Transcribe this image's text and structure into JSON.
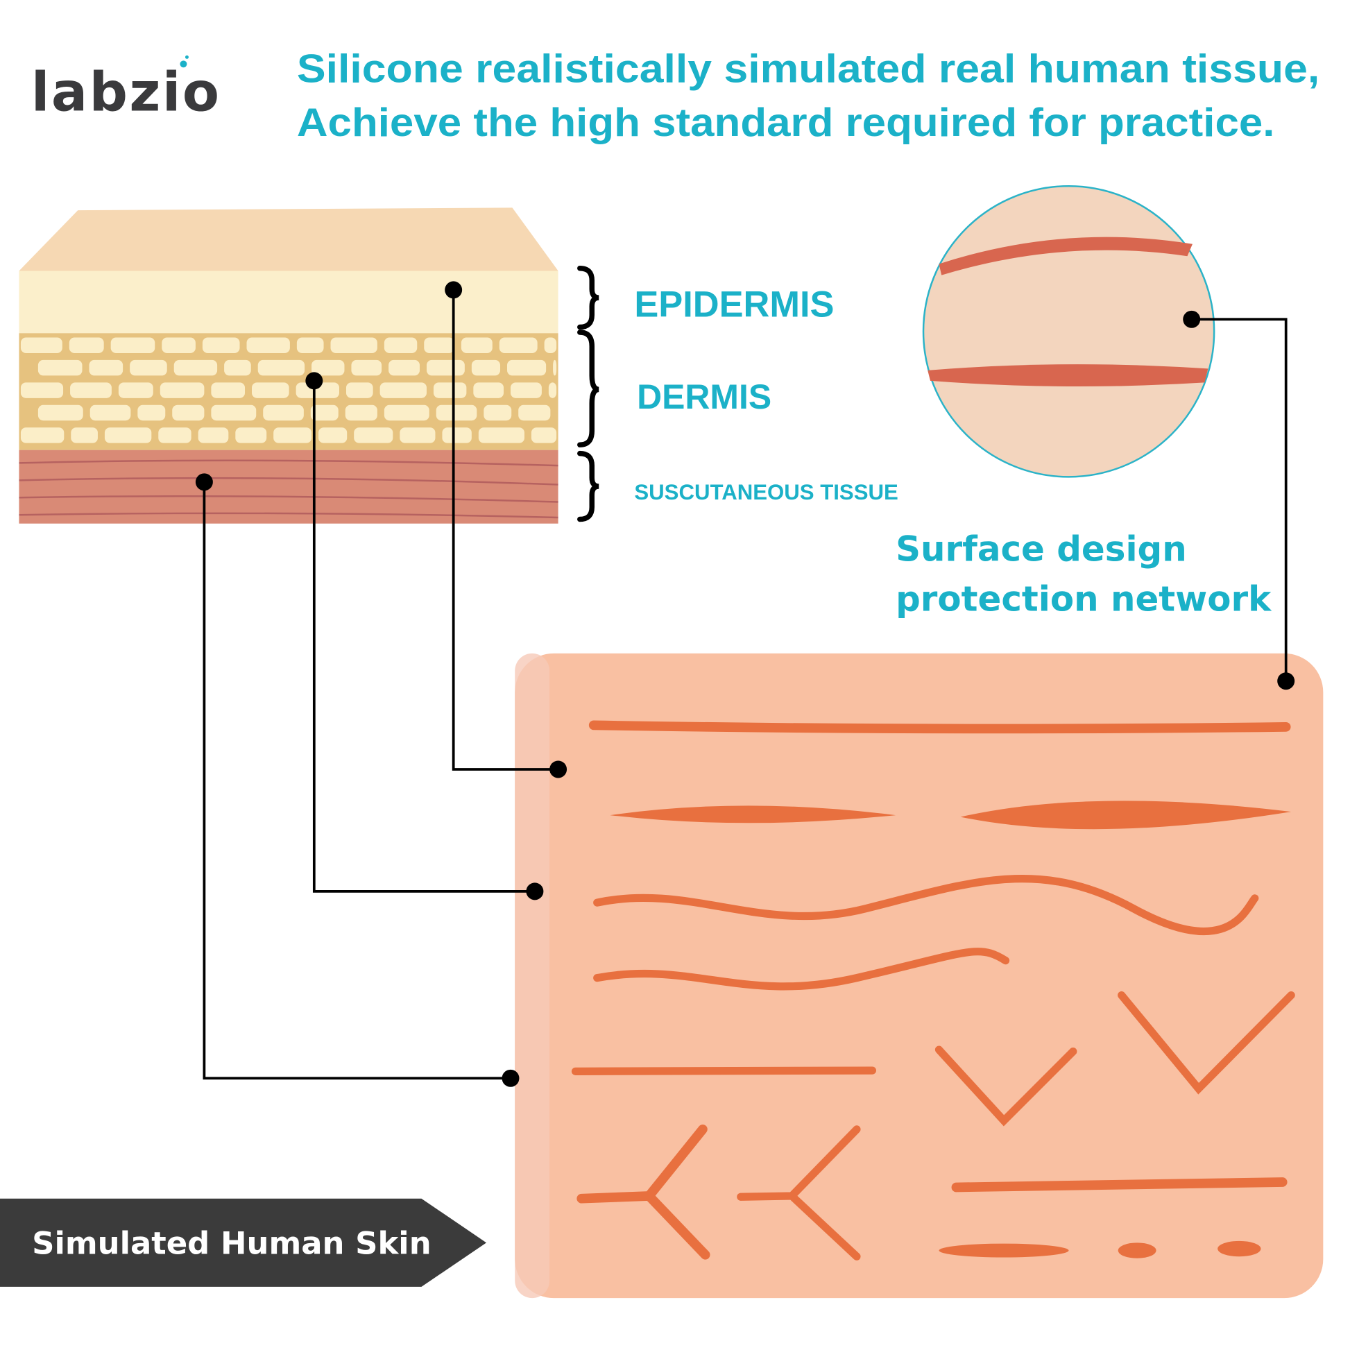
{
  "logo": {
    "text": "labzio"
  },
  "headline": {
    "line1": "Silicone realistically simulated real human tissue,",
    "line2": "Achieve the high standard required for practice."
  },
  "layers": {
    "epidermis": "EPIDERMIS",
    "dermis": "DERMIS",
    "subcutaneous": "SUSCUTANEOUS TISSUE"
  },
  "surface": {
    "line1": "Surface design",
    "line2": "protection network"
  },
  "banner": {
    "label": "Simulated Human Skin"
  },
  "colors": {
    "accent": "#1bb1c8",
    "logo_dark": "#3a3a3c",
    "banner": "#3b3b3b",
    "pad": "#f9c0a2",
    "cut": "#e8703f"
  }
}
